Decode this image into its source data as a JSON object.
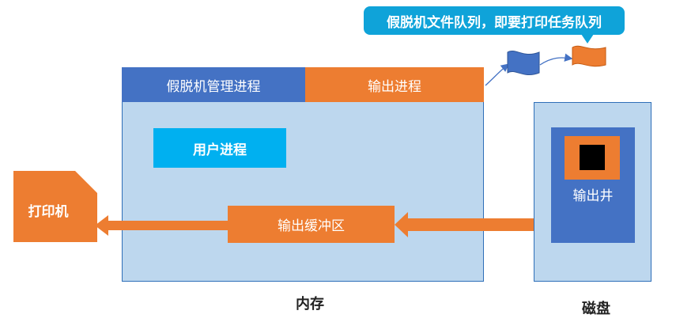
{
  "callout": {
    "text": "假脱机文件队列，即要打印任务队列"
  },
  "memory": {
    "label": "内存",
    "spool_manager": "假脱机管理进程",
    "output_process": "输出进程",
    "user_process": "用户进程",
    "output_buffer": "输出缓冲区"
  },
  "disk": {
    "label": "磁盘",
    "output_well": "输出井"
  },
  "printer": {
    "label": "打印机"
  },
  "colors": {
    "blue_dark": "#4472c4",
    "orange": "#ed7d31",
    "cyan": "#00b0f0",
    "light_blue": "#bdd7ee",
    "callout_bg": "#0fa3d9",
    "black": "#000000"
  },
  "icons": {
    "queue_file_blue": "wavy-flag-blue",
    "queue_file_orange": "wavy-flag-orange"
  }
}
